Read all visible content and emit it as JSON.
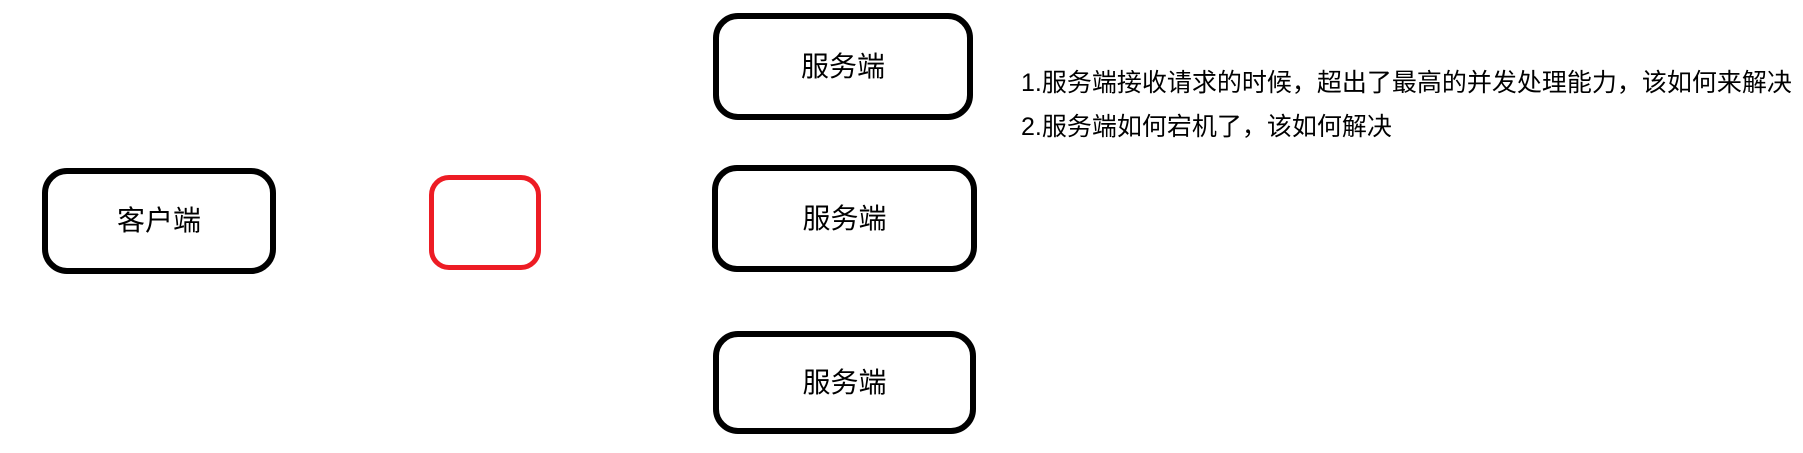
{
  "diagram": {
    "client": {
      "label": "客户端"
    },
    "red_placeholder": {
      "label": ""
    },
    "servers": [
      {
        "label": "服务端"
      },
      {
        "label": "服务端"
      },
      {
        "label": "服务端"
      }
    ],
    "notes": [
      "1.服务端接收请求的时候，超出了最高的并发处理能力，该如何来解决",
      "2.服务端如何宕机了，该如何解决"
    ],
    "colors": {
      "shape_border": "#000000",
      "highlight_border": "#ed1c24",
      "background": "#ffffff",
      "text": "#000000"
    }
  }
}
